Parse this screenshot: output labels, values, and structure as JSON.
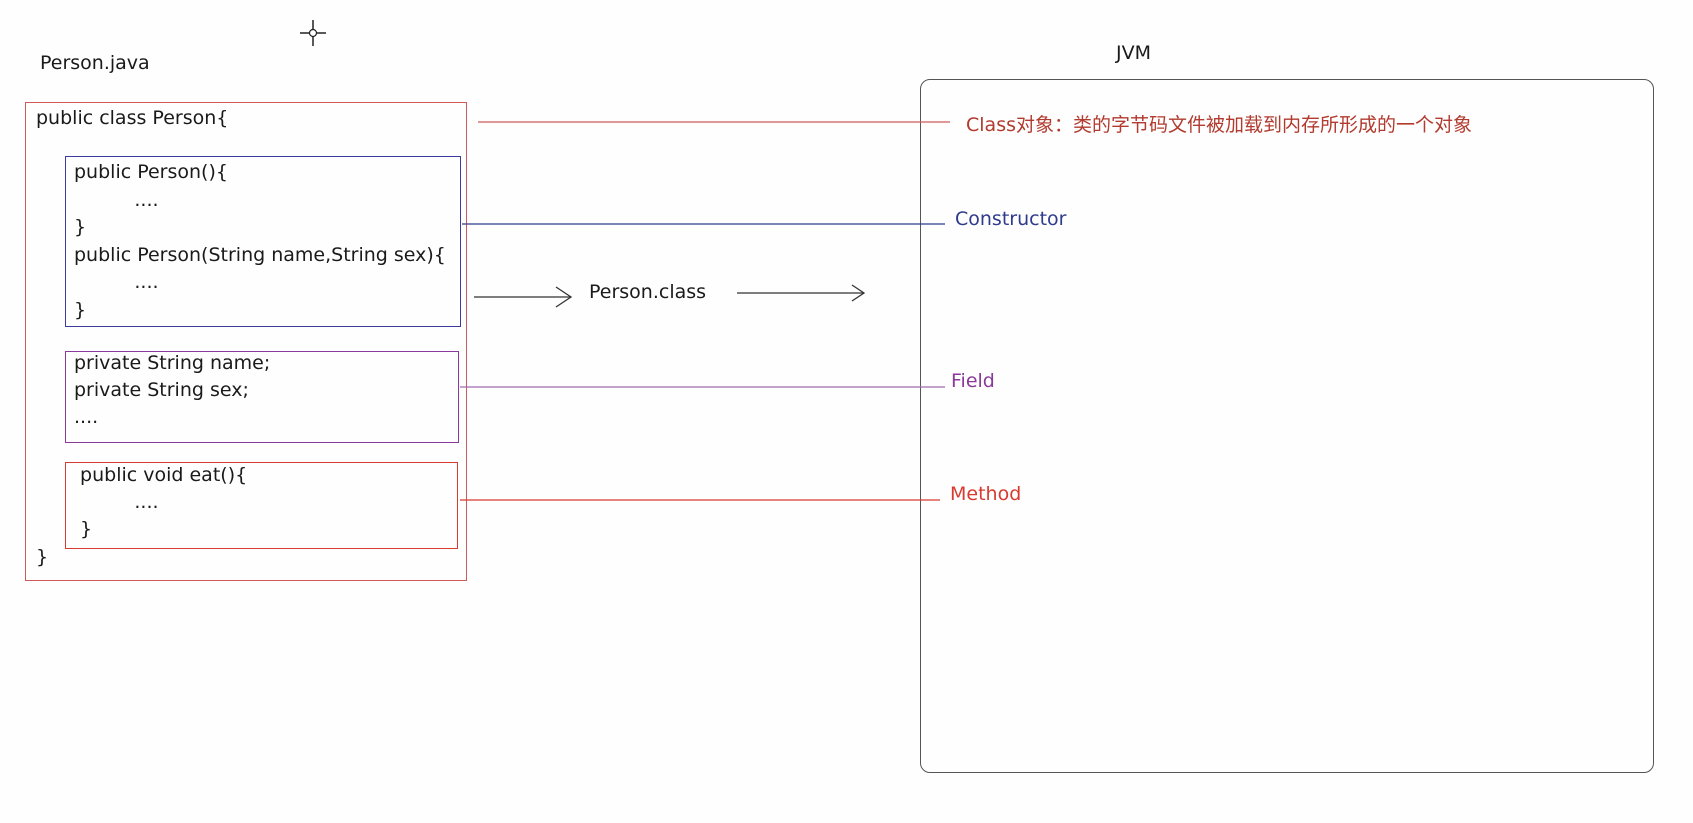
{
  "source_file": {
    "title": "Person.java"
  },
  "jvm": {
    "title": "JVM"
  },
  "code": {
    "class_open": "public class Person{",
    "constructors": "public Person(){\n          ....\n}\npublic Person(String name,String sex){\n          ....\n}",
    "fields": "private String name;\nprivate String sex;\n....",
    "methods": " public void eat(){\n          ....\n }",
    "class_close": "}"
  },
  "compiled": {
    "label": "Person.class"
  },
  "annotations": {
    "class_object": "Class对象：类的字节码文件被加载到内存所形成的一个对象",
    "constructor": "Constructor",
    "field": "Field",
    "method": "Method"
  },
  "colors": {
    "class_object": "#b23a2e",
    "constructor": "#2e3a8c",
    "field": "#8a3a9a",
    "method": "#d83a30",
    "arrow": "#333333"
  }
}
